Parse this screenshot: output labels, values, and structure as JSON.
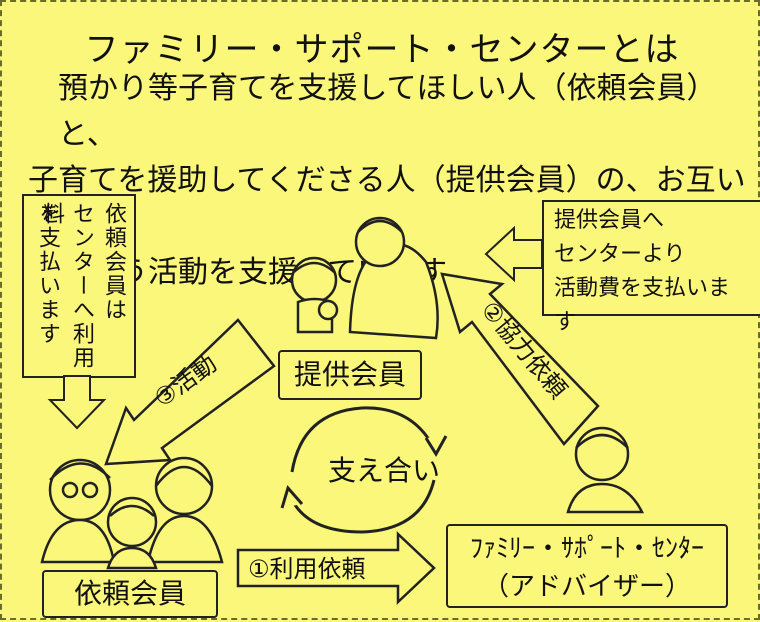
{
  "title": "ファミリー・サポート・センターとは",
  "intro": {
    "line1": "預かり等子育てを支援してほしい人（依頼会員）と、",
    "line2": "子育てを援助してくださる人（提供会員）の、お互いに",
    "line3": "支え合う活動を支援しています。"
  },
  "notes": {
    "left_col1": "依頼会員は",
    "left_col2": "センターへ利用料",
    "left_col3": "を支払います",
    "right_line1": "提供会員へ",
    "right_line2": "センターより",
    "right_line3": "活動費を支払います"
  },
  "nodes": {
    "provider": "提供会員",
    "requester": "依頼会員",
    "center_line1": "ﾌｧﾐﾘｰ・ｻﾎﾟｰﾄ・ｾﾝﾀｰ",
    "center_line2": "（アドバイザー）"
  },
  "arrows": {
    "activity": "③活動",
    "cooperation": "②協力依頼",
    "usage": "①利用依頼",
    "mutual": "支え合い"
  },
  "colors": {
    "background": "#fbf77a",
    "ink": "#222222"
  }
}
